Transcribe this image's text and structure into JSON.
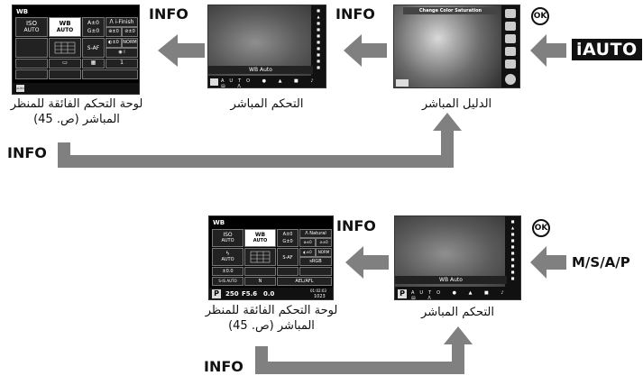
{
  "info_label": "INFO",
  "ok_label": "OK",
  "top": {
    "mode_i": "i",
    "mode_auto": "AUTO",
    "live_guide": {
      "caption": "الدليل المباشر",
      "header": "Change Color Saturation"
    },
    "live_control": {
      "caption": "التحكم المباشر",
      "wb_text": "WB Auto",
      "bottom_items": [
        "AUTO",
        "●",
        "▲",
        "■",
        "♪",
        "▤",
        "ᐱ"
      ]
    },
    "super_panel": {
      "caption_line1": "لوحة التحكم الفائقة للمنظر",
      "caption_line2": "المباشر (ص. 45)",
      "title": "WB",
      "cells": {
        "iso": "ISO",
        "iso_val": "AUTO",
        "wb": "WB",
        "wb_val": "AUTO",
        "a_b": "A±0",
        "g_m": "G±0",
        "finish": "ᐱ i-Finish",
        "sat": "⊛±0",
        "sharp": "⊘±0",
        "contrast": "◐±0",
        "norm": "NORM",
        "saf": "S-AF",
        "mode_icon": "◉ i",
        "aspect": "▭",
        "grid": "▦",
        "num": "1"
      },
      "footer": "AUTO"
    }
  },
  "bottom": {
    "mode_label": "M/S/A/P",
    "live_control": {
      "caption": "التحكم المباشر",
      "wb_text": "WB Auto",
      "p_mode": "P",
      "bottom_items": [
        "AUTO",
        "●",
        "▲",
        "■",
        "♪",
        "▤",
        "ᐱ"
      ]
    },
    "super_panel": {
      "caption_line1": "لوحة التحكم الفائقة للمنظر",
      "caption_line2": "المباشر (ص. 45)",
      "title": "WB",
      "cells": {
        "iso": "ISO",
        "iso_val": "AUTO",
        "wb": "WB",
        "wb_val": "AUTO",
        "a_b": "A±0",
        "g_m": "G±0",
        "natural": "ᐱ Natural",
        "sat": "⊛±0",
        "sharp": "⊘±0",
        "contrast": "◐±0",
        "norm": "NORM",
        "srgb": "sRGB",
        "flash": "ϟ",
        "flash_val": "AUTO",
        "saf": "S-AF",
        "ev": "±0.0",
        "s_is": "S-IS AUTO",
        "n": "N",
        "aeafl": "AEL/AFL",
        "mode": "P",
        "shutter": "250",
        "aperture": "F5.6",
        "expo": "0.0",
        "time": "01:02:03",
        "count": "1023"
      }
    }
  },
  "colors": {
    "arrow": "#808080",
    "connector": "#808080",
    "screen_bg": "#000000",
    "screen_highlight": "#ffffff"
  }
}
